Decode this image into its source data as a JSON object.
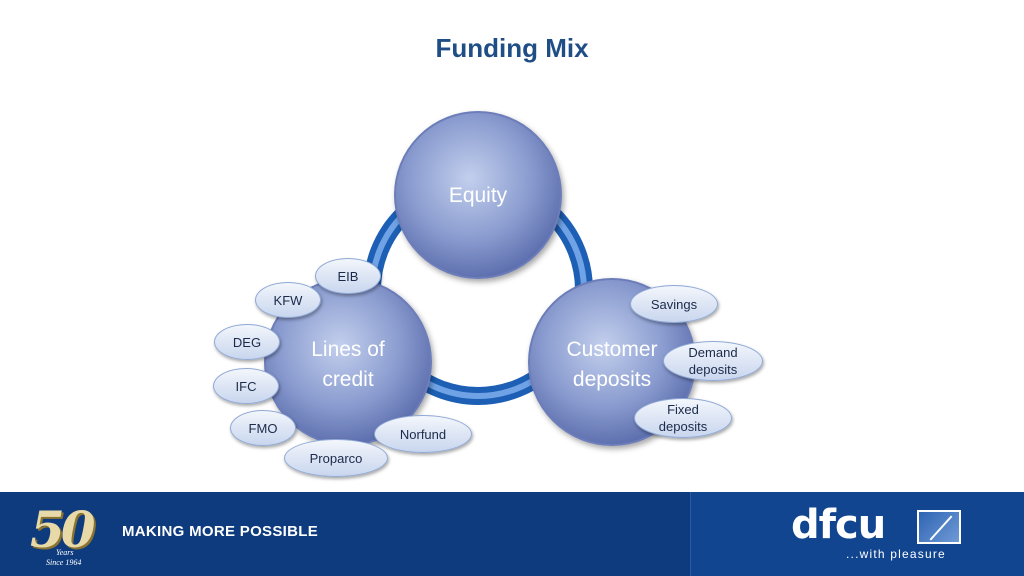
{
  "title": "Funding Mix",
  "diagram": {
    "nodes": {
      "equity": {
        "label": "Equity"
      },
      "lines_of_credit": {
        "line1": "Lines of",
        "line2": "credit"
      },
      "customer_deposits": {
        "line1": "Customer",
        "line2": "deposits"
      }
    },
    "lines_of_credit_sources": [
      "EIB",
      "KFW",
      "DEG",
      "IFC",
      "FMO",
      "Proparco",
      "Norfund"
    ],
    "customer_deposit_types": [
      "Savings",
      "Demand deposits",
      "Fixed deposits"
    ]
  },
  "footer": {
    "anniversary_number": "50",
    "anniversary_years": "Years",
    "anniversary_since": "Since 1964",
    "tagline": "MAKING MORE POSSIBLE",
    "brand": "dfcu",
    "slogan": "...with pleasure"
  },
  "colors": {
    "title": "#1f4e87",
    "ring": "#2d6fc4",
    "circle": "#7f92c6",
    "footer": "#0d3b7e"
  }
}
